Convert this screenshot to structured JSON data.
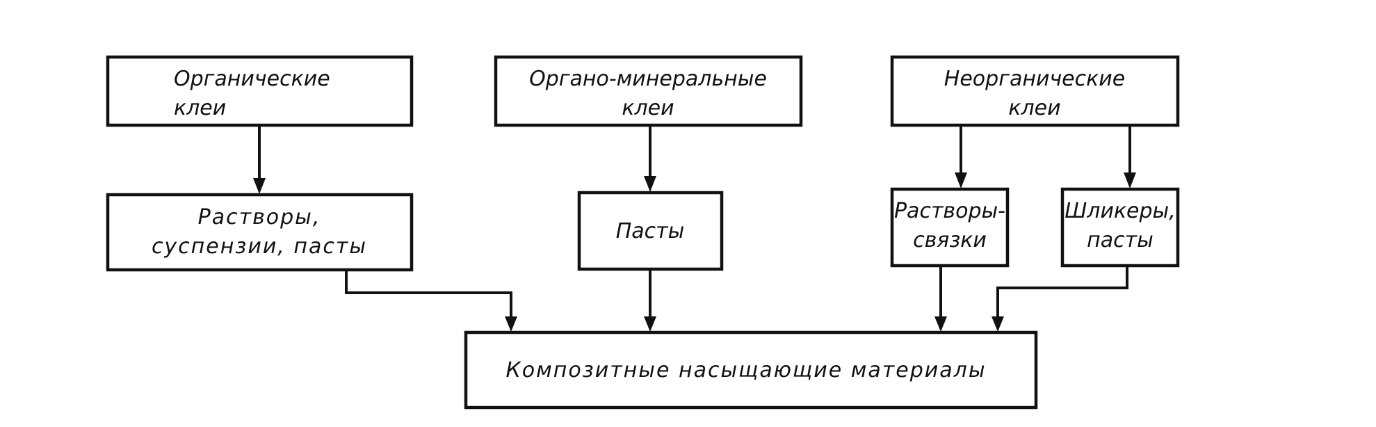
{
  "nodes": {
    "organic": {
      "line1": "Органические",
      "line2": "клеи"
    },
    "organo_mineral": {
      "line1": "Органо-минеральные",
      "line2": "клеи"
    },
    "inorganic": {
      "line1": "Неорганические",
      "line2": "клеи"
    },
    "solutions_suspensions": {
      "line1": "Растворы,",
      "line2": "суспензии, пасты"
    },
    "pastes": {
      "line1": "Пасты"
    },
    "solution_binders": {
      "line1": "Растворы-",
      "line2": "связки"
    },
    "slips_pastes": {
      "line1": "Шликеры,",
      "line2": "пасты"
    },
    "composite": {
      "line1": "Композитные насыщающие материалы"
    }
  }
}
